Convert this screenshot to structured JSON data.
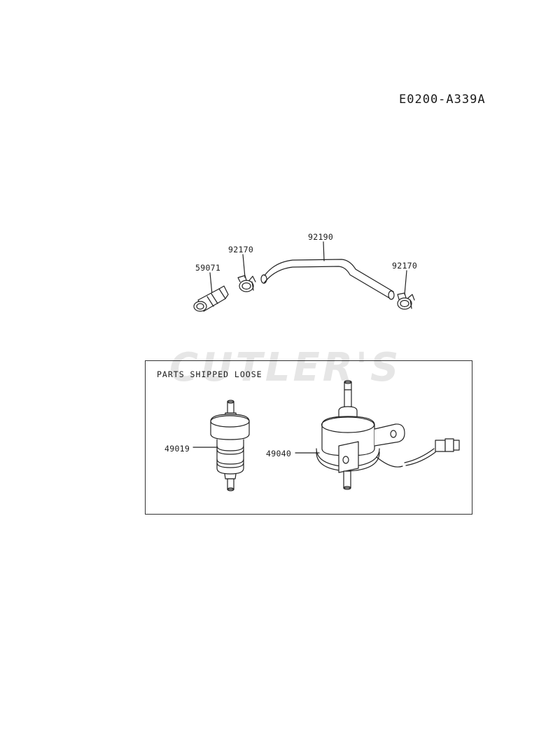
{
  "diagram_code": "E0200-A339A",
  "watermark": "CUTLER'S",
  "loose_box": {
    "title": "PARTS SHIPPED LOOSE"
  },
  "parts": {
    "p59071": "59071",
    "p92170_left": "92170",
    "p92190": "92190",
    "p92170_right": "92170",
    "p49019": "49019",
    "p49040": "49040"
  }
}
